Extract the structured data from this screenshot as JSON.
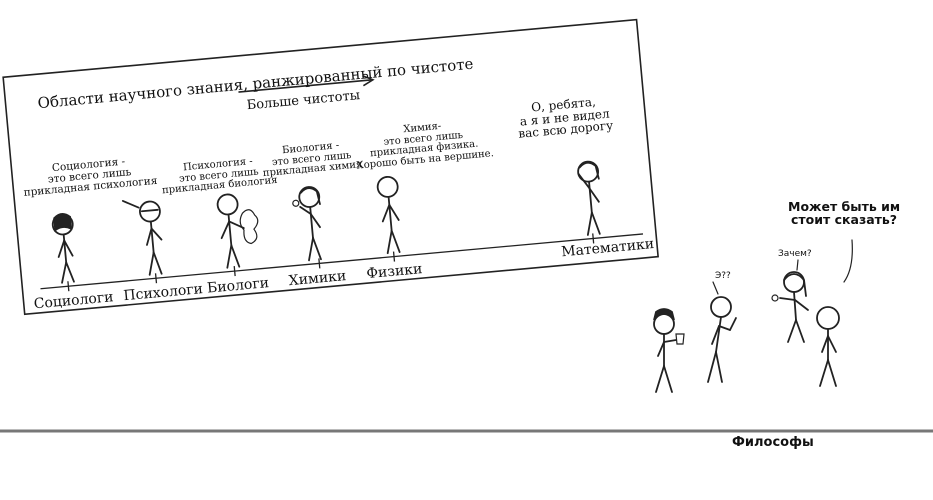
{
  "panel": {
    "title": "Области научного знания, ранжированный по чистоте",
    "arrow_label": "Больше чистоты",
    "fields": [
      {
        "label": "Социологи",
        "quote": "Социология -\nэто всего лишь\nприкладная психология"
      },
      {
        "label": "Психологи",
        "quote": "Психология -\nэто всего лишь\nприкладная биология"
      },
      {
        "label": "Биологи",
        "quote": "Биология -\nэто всего лишь\nприкладная химия"
      },
      {
        "label": "Химики",
        "quote": "Химия-\nэто всего лишь\nприкладная физика.\nХорошо быть на вершине."
      },
      {
        "label": "Физики",
        "quote": ""
      },
      {
        "label": "Математики",
        "quote": "О, ребята,\nа я и не видел\nвас всю дорогу"
      }
    ]
  },
  "outside": {
    "speech_1": "Э??",
    "speech_2": "Зачем?",
    "speech_3": "Может быть им\nстоит сказать?",
    "group_label": "Философы"
  }
}
